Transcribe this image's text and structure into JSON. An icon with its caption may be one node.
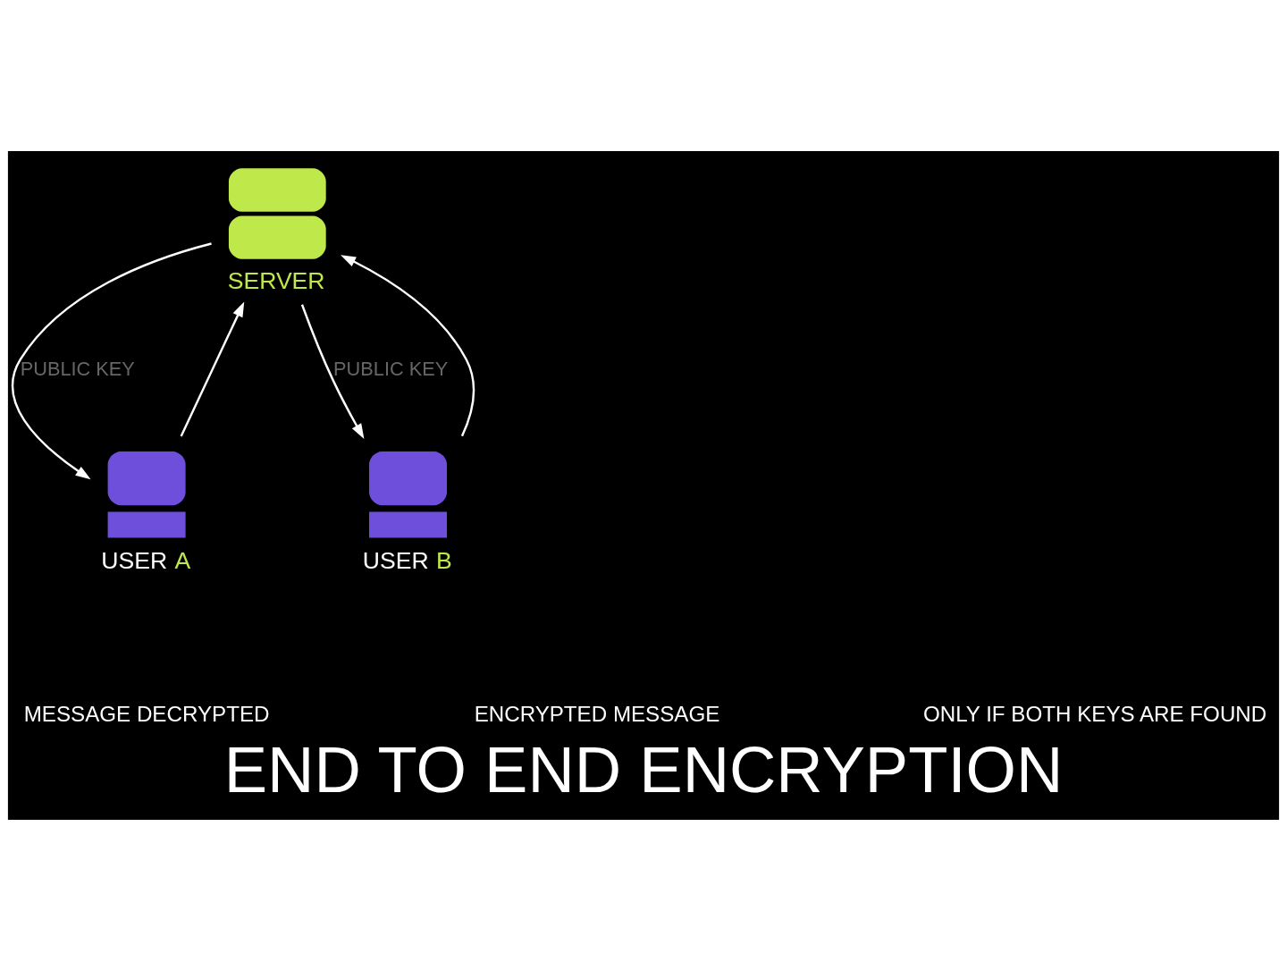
{
  "diagram": {
    "title": "END TO END ENCRYPTION",
    "nodes": [
      {
        "text": [
          "SERVER"
        ]
      },
      {
        "text": [
          "USER A"
        ]
      },
      {
        "text": [
          "USER B"
        ]
      }
    ],
    "edges": [
      {
        "from": 0,
        "to": 1,
        "arrow": "to",
        "label": "PUBLIC KEY"
      },
      {
        "from": 0,
        "to": 2,
        "arrow": "to",
        "label": "PUBLIC KEY"
      },
      {
        "from": 1,
        "to": 0,
        "arrow": "to"
      },
      {
        "from": 2,
        "to": 0,
        "arrow": "to"
      }
    ],
    "labels": [
      "MESSAGE DECRYPTED",
      "ENCRYPTED MESSAGE",
      "ONLY IF BOTH KEYS ARE FOUND"
    ]
  }
}
